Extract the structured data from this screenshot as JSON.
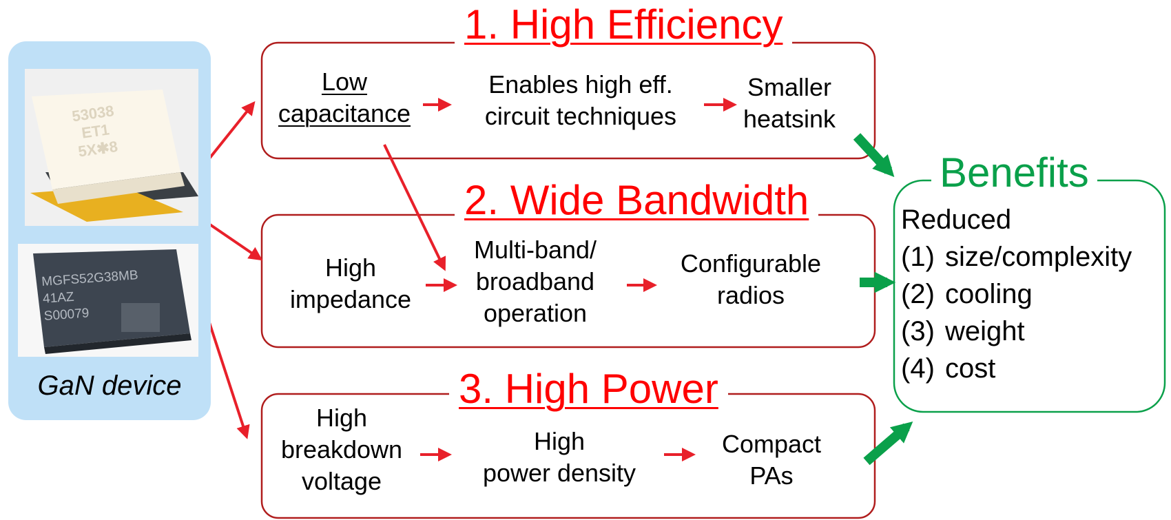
{
  "device": {
    "label": "GaN device",
    "chip1_marking": [
      "53038",
      "ET1",
      "5X✱8"
    ],
    "chip2_marking": [
      "MGFS52G38MB",
      "41AZ",
      "S00079"
    ]
  },
  "sections": [
    {
      "title": "1. High Efficiency",
      "nodes": [
        [
          "Low",
          "capacitance"
        ],
        [
          "Enables high eff.",
          "circuit techniques"
        ],
        [
          "Smaller",
          "heatsink"
        ]
      ]
    },
    {
      "title": "2. Wide Bandwidth",
      "nodes": [
        [
          "High",
          "impedance"
        ],
        [
          "Multi-band/",
          "broadband",
          "operation"
        ],
        [
          "Configurable",
          "radios"
        ]
      ]
    },
    {
      "title": "3. High Power",
      "nodes": [
        [
          "High",
          "breakdown",
          "voltage"
        ],
        [
          "High",
          "power density"
        ],
        [
          "Compact",
          "PAs"
        ]
      ]
    }
  ],
  "benefits": {
    "title": "Benefits",
    "intro": "Reduced",
    "items": [
      {
        "num": "(1)",
        "text": "size/complexity"
      },
      {
        "num": "(2)",
        "text": "cooling"
      },
      {
        "num": "(3)",
        "text": "weight"
      },
      {
        "num": "(4)",
        "text": "cost"
      }
    ]
  },
  "colors": {
    "accent_red": "#ff0000",
    "box_red": "#b01d1d",
    "benefit_green": "#0aa04a",
    "device_panel": "#bfe0f7"
  }
}
